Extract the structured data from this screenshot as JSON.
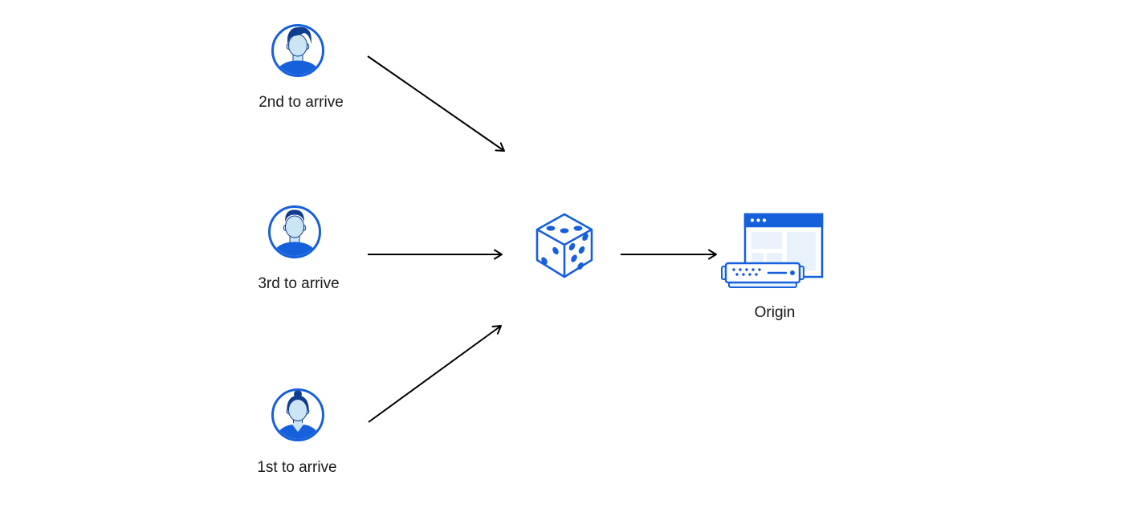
{
  "diagram": {
    "clients": [
      {
        "id": "client-2nd",
        "label": "2nd to arrive",
        "icon": "male-avatar-swept-hair-icon"
      },
      {
        "id": "client-3rd",
        "label": "3rd to arrive",
        "icon": "male-avatar-short-hair-icon"
      },
      {
        "id": "client-1st",
        "label": "1st to arrive",
        "icon": "female-avatar-bun-icon"
      }
    ],
    "randomizer": {
      "id": "dice",
      "icon": "dice-icon"
    },
    "origin": {
      "id": "origin",
      "label": "Origin",
      "icon": "origin-server-browser-icon"
    },
    "connections": [
      {
        "from": "client-2nd",
        "to": "dice"
      },
      {
        "from": "client-3rd",
        "to": "dice"
      },
      {
        "from": "client-1st",
        "to": "dice"
      },
      {
        "from": "dice",
        "to": "origin"
      }
    ]
  },
  "colors": {
    "blue": "#1660dc",
    "navy": "#0f3e8f",
    "face": "#cbe5f5",
    "panel": "#e9f2fb",
    "arrow": "#000000",
    "text": "#1a1a1a",
    "background": "#ffffff"
  }
}
